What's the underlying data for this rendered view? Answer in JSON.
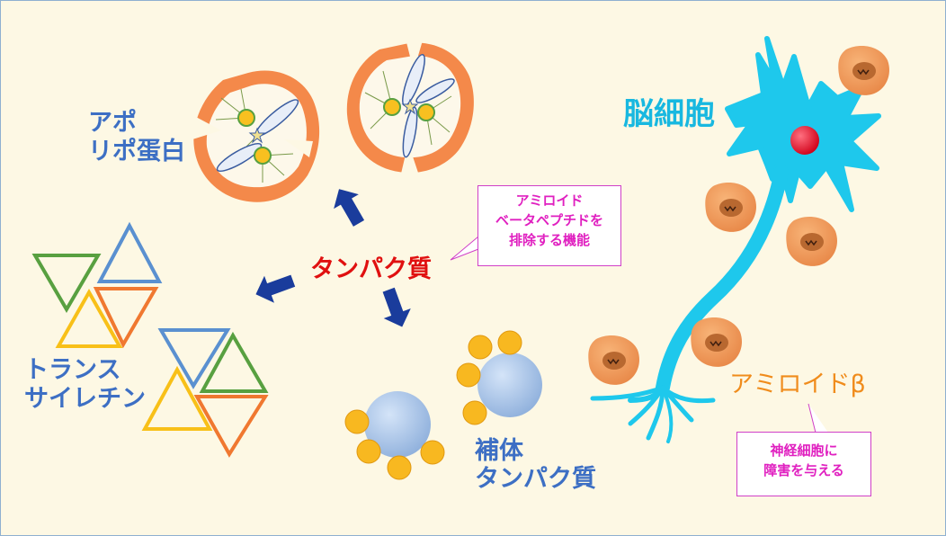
{
  "labels": {
    "center": "タンパク質",
    "apo_line1": "アポ",
    "apo_line2": "リポ蛋白",
    "trans_line1": "トランス",
    "trans_line2": "サイレチン",
    "comp_line1": "補体",
    "comp_line2": "タンパク質",
    "brain": "脳細胞",
    "amyloid_beta": "アミロイドβ"
  },
  "callouts": {
    "function_line1": "アミロイド",
    "function_line2": "ベータペプチドを",
    "function_line3": "排除する機能",
    "damage_line1": "神経細胞に",
    "damage_line2": "障害を与える"
  },
  "colors": {
    "background": "#fdf8e4",
    "center_text": "#e01010",
    "blue_text": "#3d6fc4",
    "brain_text": "#18b8e0",
    "amyloid_text": "#f08c1c",
    "callout": "#e020c0",
    "neuron": "#1ec8ec",
    "nucleus": "#e8102a",
    "arrow": "#1a3c9c",
    "amyloid_blob": "#f0a060",
    "lipoprotein_rim": "#f08a40",
    "complement_core": "#a8c4e8",
    "complement_bead": "#f8b820",
    "triangle_blue": "#5a90d0",
    "triangle_green": "#58a040",
    "triangle_orange": "#f07830",
    "triangle_yellow": "#f8c018"
  }
}
